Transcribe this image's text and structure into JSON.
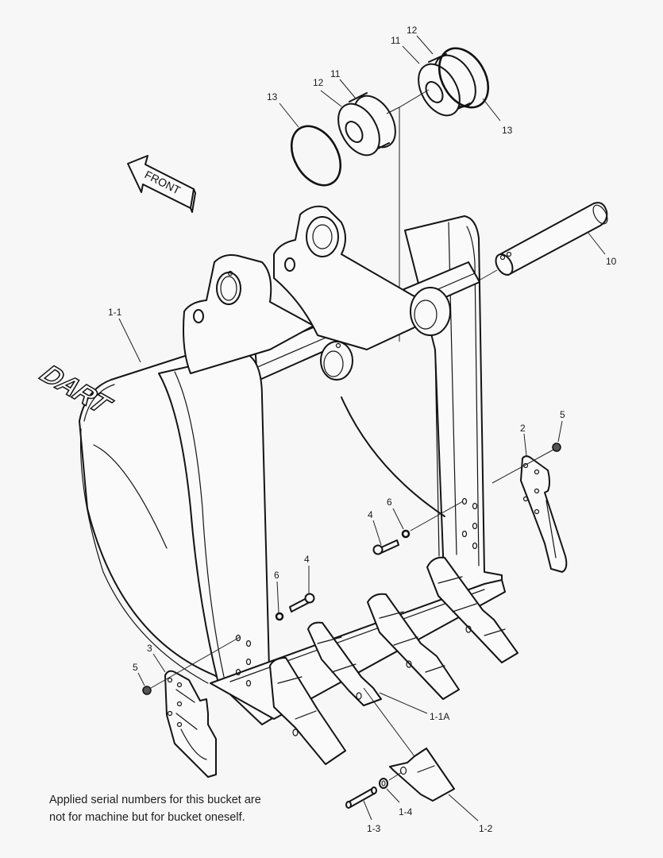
{
  "diagram": {
    "type": "exploded-parts-view",
    "subject": "Excavator bucket assembly",
    "background_color": "#f7f7f7",
    "line_color": "#141414",
    "direction_indicator": {
      "label": "FRONT",
      "icon": "arrow-left-icon"
    },
    "logo": {
      "text": "DART"
    },
    "callouts": [
      {
        "id": "c13a",
        "label": "13",
        "part": "O-ring (left)"
      },
      {
        "id": "c12a",
        "label": "12",
        "part": "Shim / seal (left)"
      },
      {
        "id": "c11a",
        "label": "11",
        "part": "Bushing (left)"
      },
      {
        "id": "c11b",
        "label": "11",
        "part": "Bushing (right)"
      },
      {
        "id": "c12b",
        "label": "12",
        "part": "Shim / seal (right)"
      },
      {
        "id": "c13b",
        "label": "13",
        "part": "O-ring (right)"
      },
      {
        "id": "c10",
        "label": "10",
        "part": "Pin"
      },
      {
        "id": "c11body",
        "label": "1-1",
        "part": "Bucket body"
      },
      {
        "id": "c5a",
        "label": "5",
        "part": "Nut (right side cutter)"
      },
      {
        "id": "c2",
        "label": "2",
        "part": "Side cutter (right)"
      },
      {
        "id": "c6a",
        "label": "6",
        "part": "Washer (right)"
      },
      {
        "id": "c4a",
        "label": "4",
        "part": "Bolt (right)"
      },
      {
        "id": "c4b",
        "label": "4",
        "part": "Bolt (left)"
      },
      {
        "id": "c6b",
        "label": "6",
        "part": "Washer (left)"
      },
      {
        "id": "c3",
        "label": "3",
        "part": "Side cutter (left)"
      },
      {
        "id": "c5b",
        "label": "5",
        "part": "Nut (left side cutter)"
      },
      {
        "id": "c1_1A",
        "label": "1-1A",
        "part": "Tooth adapter"
      },
      {
        "id": "c1_2",
        "label": "1-2",
        "part": "Tooth point"
      },
      {
        "id": "c1_3",
        "label": "1-3",
        "part": "Tooth pin"
      },
      {
        "id": "c1_4",
        "label": "1-4",
        "part": "Lock washer"
      }
    ]
  },
  "note": {
    "line1": "Applied serial numbers for this bucket are",
    "line2": "not for machine but for bucket oneself."
  }
}
